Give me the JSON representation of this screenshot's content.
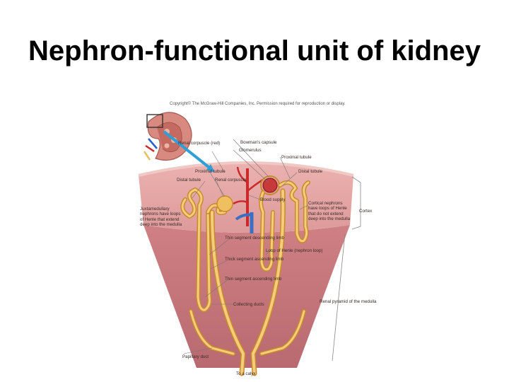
{
  "title": "Nephron-functional unit of kidney",
  "copyright": "Copyright© The McGraw-Hill Companies, Inc. Permission required for reproduction or display.",
  "labels": {
    "bowmans_capsule": "Bowman's capsule",
    "renal_corpuscle_red": "Renal corpuscle (red)",
    "glomerulus": "Glomerulus",
    "proximal_tubule_top": "Proximal tubule",
    "proximal_tubule": "Proximal tubule",
    "distal_tubule_left": "Distal tubule",
    "renal_corpuscle": "Renal corpuscle",
    "distal_tubule_right": "Distal tubule",
    "blood_supply": "Blood supply",
    "juxtamedullary": "Juxtamedullary nephrons have loops of Henle that extend deep into the medulla",
    "cortical_nephrons": "Cortical nephrons have loops of Henle that do not extend deep into the medulla",
    "cortex": "Cortex",
    "thin_descending": "Thin segment descending limb",
    "loop_of_henle": "Loop of Henle (nephron loop)",
    "thick_ascending": "Thick segment ascending limb",
    "thin_ascending": "Thin segment ascending limb",
    "collecting_ducts": "Collecting ducts",
    "renal_pyramid": "Renal pyramid of the medulla",
    "papillary_duct": "Papillary duct",
    "to_calyx": "To a calyx"
  },
  "colors": {
    "cortex": "#e3a0a0",
    "medulla": "#c9787c",
    "tubule_outline": "#c98a2c",
    "tubule_fill": "#f4cd7a",
    "artery": "#cc2a2a",
    "vein": "#3b6fc4",
    "arrow": "#2f9fd8"
  }
}
